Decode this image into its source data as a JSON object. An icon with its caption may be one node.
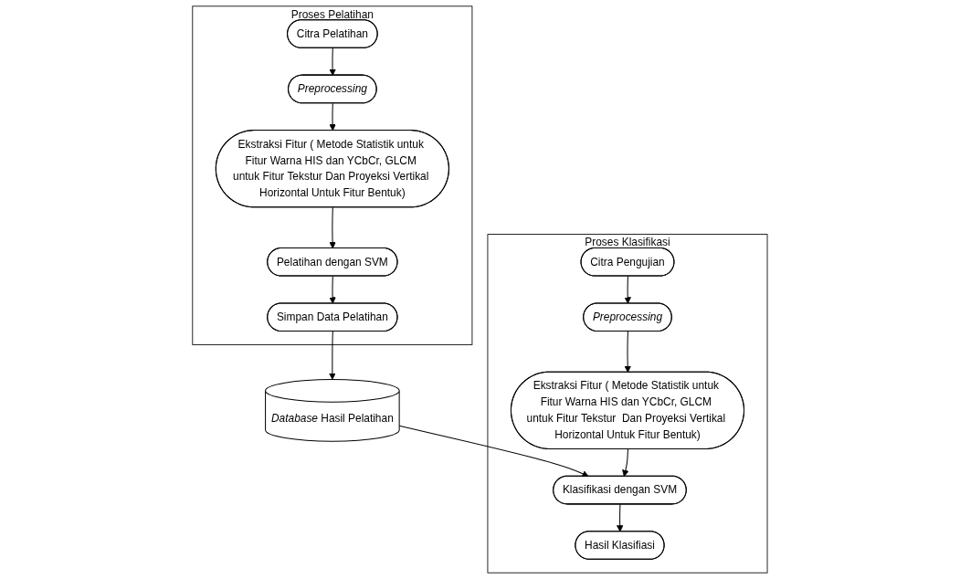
{
  "diagram": {
    "nodes": [
      {
        "text": [
          "Proses Pelatihan"
        ]
      },
      {
        "text": [
          "Citra Pelatihan"
        ],
        "in": 0
      },
      {
        "text": [
          "Preprocessing"
        ],
        "in": 0
      },
      {
        "text": [
          "Ekstraksi Fitur ( Metode Statistik untuk Fitur Warna HIS dan YCbCr, GLCM untuk Fitur Tekstur Dan Proyeksi Vertikal Horizontal Untuk Fitur Bentuk)"
        ],
        "in": 0
      },
      {
        "text": [
          "Pelatihan dengan SVM"
        ],
        "in": 0
      },
      {
        "text": [
          "Simpan Data Pelatihan"
        ],
        "in": 0
      },
      {
        "text": [
          "Proses Klasifikasi"
        ]
      },
      {
        "text": [
          "Citra Pengujian"
        ],
        "in": 6
      },
      {
        "text": [
          "Preprocessing"
        ],
        "in": 6
      },
      {
        "text": [
          "Ekstraksi Fitur ( Metode Statistik untuk Fitur Warna HIS dan YCbCr, GLCM untuk Fitur Tekstur  Dan Proyeksi Vertikal Horizontal Untuk Fitur Bentuk)"
        ],
        "in": 6
      },
      {
        "text": [
          "Klasifikasi dengan SVM"
        ],
        "in": 6
      },
      {
        "text": [
          "Hasil Klasifiasi"
        ],
        "in": 6
      },
      {
        "text": [
          "*Database* Hasil Pelatihan"
        ]
      }
    ],
    "edges": [
      {
        "from": 1,
        "to": 2,
        "arrow": "to"
      },
      {
        "from": 2,
        "to": 3,
        "arrow": "to"
      },
      {
        "from": 3,
        "to": 4,
        "arrow": "to"
      },
      {
        "from": 4,
        "to": 5,
        "arrow": "to"
      },
      {
        "from": 5,
        "to": 12,
        "arrow": "to"
      },
      {
        "from": 12,
        "to": 10,
        "arrow": "to"
      },
      {
        "from": 7,
        "to": 8,
        "arrow": "to"
      },
      {
        "from": 8,
        "to": 9,
        "arrow": "to"
      },
      {
        "from": 9,
        "to": 10,
        "arrow": "to"
      },
      {
        "from": 10,
        "to": 11,
        "arrow": "to"
      }
    ]
  }
}
